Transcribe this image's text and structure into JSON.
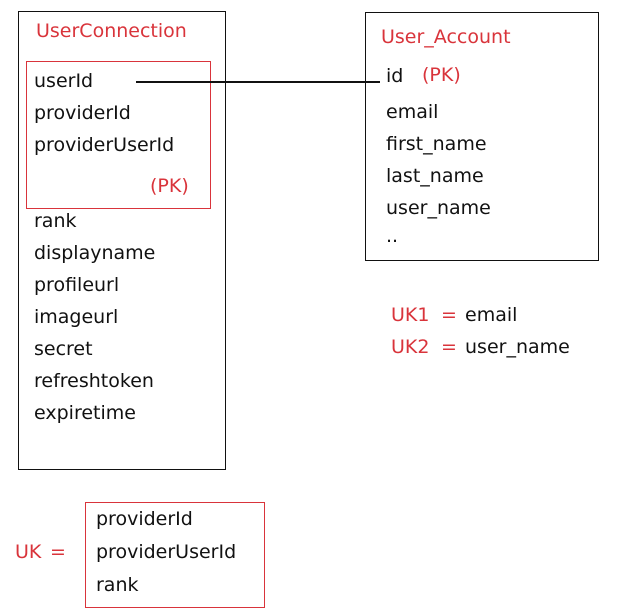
{
  "colors": {
    "accent": "#d9343b",
    "ink": "#111111",
    "background": "#ffffff"
  },
  "user_connection": {
    "title": "UserConnection",
    "pk_fields": [
      "userId",
      "providerId",
      "providerUserId"
    ],
    "pk_label": "(PK)",
    "other_fields": [
      "rank",
      "displayname",
      "profileurl",
      "imageurl",
      "secret",
      "refreshtoken",
      "expiretime"
    ]
  },
  "user_account": {
    "title": "User_Account",
    "pk_field": "id",
    "pk_label": "(PK)",
    "fields": [
      "email",
      "first_name",
      "last_name",
      "user_name",
      ".."
    ]
  },
  "unique_keys": [
    {
      "label": "UK1",
      "equals": "=",
      "field": "email"
    },
    {
      "label": "UK2",
      "equals": "=",
      "field": "user_name"
    }
  ],
  "composite_uk": {
    "label": "UK",
    "equals": "=",
    "fields": [
      "providerId",
      "providerUserId",
      "rank"
    ]
  }
}
